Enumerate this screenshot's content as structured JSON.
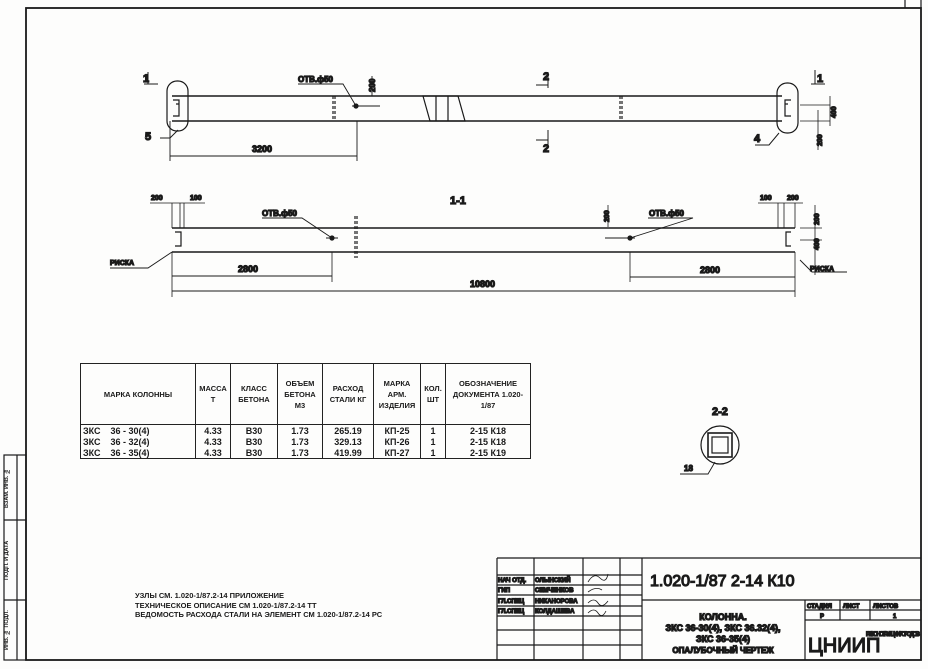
{
  "elevation": {
    "hole_label": "ОТВ.ф50",
    "dim_hole_offset": "200",
    "dim_length_3200": "3200",
    "section_mark_1": "1",
    "section_mark_2": "2",
    "callout_5": "5",
    "callout_4": "4",
    "dim_400": "400",
    "dim_200": "200"
  },
  "section_1_1": {
    "title": "1-1",
    "dim_200_left": "200",
    "dim_100_left": "100",
    "hole_left_label": "ОТВ.ф50",
    "hole_right_label": "ОТВ.ф50",
    "dim_200_hole": "200",
    "dim_100_right": "100",
    "dim_200_right": "200",
    "dim_200_vert": "200",
    "dim_400_vert": "400",
    "riska_left": "РИСКА",
    "riska_right": "РИСКА",
    "dim_2800_left": "2800",
    "dim_2800_right": "2800",
    "dim_total": "10800"
  },
  "section_2_2": {
    "title": "2-2",
    "callout": "18"
  },
  "spec_table": {
    "headers": [
      "МАРКА КОЛОННЫ",
      "МАССА Т",
      "КЛАСС БЕТОНА",
      "ОБЪЕМ БЕТОНА М3",
      "РАСХОД СТАЛИ КГ",
      "МАРКА АРМ. ИЗДЕЛИЯ",
      "КОЛ. ШТ",
      "ОБОЗНАЧЕНИЕ ДОКУМЕНТА 1.020-1/87"
    ],
    "rows": [
      [
        "ЗКС    36 - 30(4)",
        "4.33",
        "В30",
        "1.73",
        "265.19",
        "КП-25",
        "1",
        "2-15 К18"
      ],
      [
        "ЗКС    36 - 32(4)",
        "4.33",
        "В30",
        "1.73",
        "329.13",
        "КП-26",
        "1",
        "2-15 К18"
      ],
      [
        "ЗКС    36 - 35(4)",
        "4.33",
        "В30",
        "1.73",
        "419.99",
        "КП-27",
        "1",
        "2-15 К19"
      ]
    ]
  },
  "notes": [
    "УЗЛЫ СМ. 1.020-1/87.2-14 ПРИЛОЖЕНИЕ",
    "ТЕХНИЧЕСКОЕ ОПИСАНИЕ СМ 1.020-1/87.2-14 ТТ",
    "ВЕДОМОСТЬ РАСХОДА СТАЛИ НА ЭЛЕМЕНТ СМ 1.020-1/87.2-14 РС"
  ],
  "title_block": {
    "doc_code": "1.020-1/87 2-14 К10",
    "signatures": [
      {
        "role": "НАЧ ОТД.",
        "name": "ОЛЫНСКИЙ"
      },
      {
        "role": "ГИП",
        "name": "СЕМЧЕНКОВ"
      },
      {
        "role": "ГЛ.СПЕЦ",
        "name": "НИКАНОРОВА"
      },
      {
        "role": "ГЛ.СПЕЦ",
        "name": "КОЛДАШЕВА"
      }
    ],
    "title_lines": [
      "КОЛОННА.",
      "ЗКС 36-30(4), ЗКС 36.32(4),",
      "ЗКС 36-35(4)",
      "ОПАЛУБОЧНЫЙ ЧЕРТЕЖ"
    ],
    "stage_label": "СТАДИЯ",
    "sheet_label": "ЛИСТ",
    "sheets_label": "ЛИСТОВ",
    "stage_value": "Р",
    "sheets_value": "1",
    "org_logo": "ЦНИИП",
    "org_name": "РЕКОНСТРУКЦИИ ГОРОДОВ"
  },
  "side_stamp": [
    "ИНВ. № ПОДЛ.",
    "ПОДП. И ДАТА",
    "ВЗАМ. ИНВ. №"
  ]
}
